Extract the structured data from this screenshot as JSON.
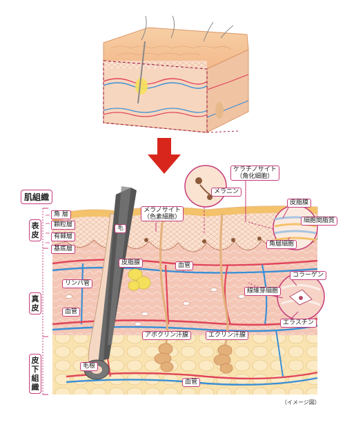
{
  "title": "肌組織",
  "layers": {
    "epidermis": "表皮",
    "dermis": "真皮",
    "subcutaneous": "皮下組織"
  },
  "epidermis_sublayers": [
    "角 層",
    "顆粒層",
    "有棘層",
    "基底層"
  ],
  "labels": {
    "hair": "毛",
    "hair_root": "毛根",
    "sebaceous_gland": "皮脂腺",
    "blood_vessel_top": "血管",
    "blood_vessel_left": "血管",
    "blood_vessel_bottom": "血管",
    "lymph_vessel": "リンパ管",
    "apocrine_gland": "アポクリン汗腺",
    "eccrine_gland": "エクリン汗腺",
    "melanocyte": "メラノサイト",
    "melanocyte_sub": "（色素細胞）",
    "keratinocyte": "ケラチノサイト",
    "keratinocyte_sub": "（角化細胞）",
    "melanin": "メラニン",
    "sebum_film": "皮脂膜",
    "intercellular_lipid": "細胞間脂質",
    "corneocyte": "角層細胞",
    "collagen": "コラーゲン",
    "fibroblast": "線維芽細胞",
    "elastin": "エラスチン"
  },
  "caption": "（イメージ図）",
  "colors": {
    "accent": "#c43a7a",
    "arrow": "#d8261c",
    "skin": "#f6c7a4",
    "dermis": "#f3c1b3",
    "fat": "#f8dfa8",
    "artery": "#e0455a",
    "vein": "#3b8fd4",
    "hair": "#555555"
  },
  "icons": [
    "down-arrow-icon"
  ]
}
